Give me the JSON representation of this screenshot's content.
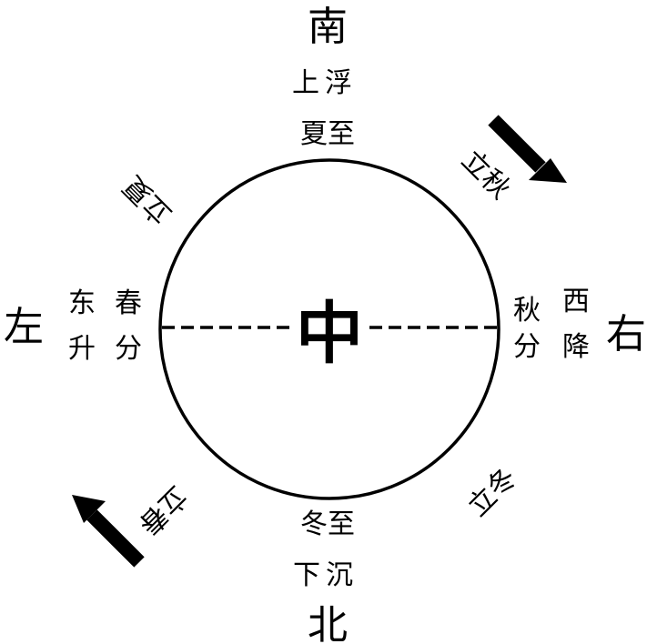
{
  "colors": {
    "ink": "#000000",
    "background": "#ffffff"
  },
  "directions": {
    "south": "南",
    "north": "北",
    "left": "左",
    "right": "右"
  },
  "center_label": "中",
  "south_labels": {
    "motion": "上浮",
    "solar_term": "夏至"
  },
  "north_labels": {
    "solar_term": "冬至",
    "motion": "下沉"
  },
  "east_labels": {
    "motion_top": "东",
    "motion_bottom": "升",
    "term_top": "春",
    "term_bottom": "分"
  },
  "west_labels": {
    "term_top": "秋",
    "term_bottom": "分",
    "motion_top": "西",
    "motion_bottom": "降"
  },
  "diagonal_terms": {
    "start_of_autumn": "立秋",
    "start_of_winter": "立冬",
    "start_of_summer": "立夏",
    "start_of_spring": "立春"
  },
  "arrows": [
    "arrow-down-right-icon",
    "arrow-up-left-icon"
  ]
}
